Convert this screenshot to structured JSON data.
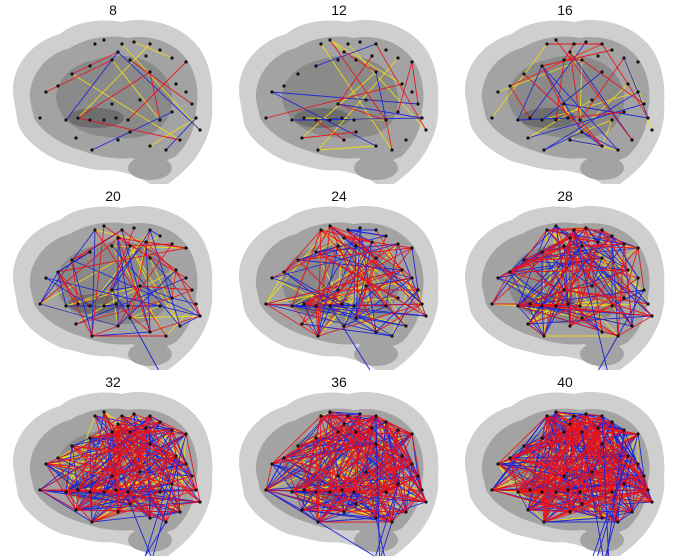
{
  "figure": {
    "panels": [
      {
        "label": "8",
        "red": 8,
        "blue": 4,
        "yellow": 6
      },
      {
        "label": "12",
        "red": 12,
        "blue": 8,
        "yellow": 10
      },
      {
        "label": "16",
        "red": 18,
        "blue": 16,
        "yellow": 14
      },
      {
        "label": "20",
        "red": 34,
        "blue": 34,
        "yellow": 24
      },
      {
        "label": "24",
        "red": 52,
        "blue": 56,
        "yellow": 34
      },
      {
        "label": "28",
        "red": 80,
        "blue": 88,
        "yellow": 46
      },
      {
        "label": "32",
        "red": 120,
        "blue": 130,
        "yellow": 60
      },
      {
        "label": "36",
        "red": 150,
        "blue": 165,
        "yellow": 70
      },
      {
        "label": "40",
        "red": 185,
        "blue": 200,
        "yellow": 80
      }
    ],
    "colors": {
      "background": "#ffffff",
      "brain_outer": "#cfcfcf",
      "brain_mid": "#a3a3a3",
      "brain_inner": "#8a8a8a",
      "brain_core": "#6e6e6e",
      "edge_red": "#e8121b",
      "edge_blue": "#1a22d8",
      "edge_yellow": "#f2dc12",
      "node": "#111111"
    }
  }
}
